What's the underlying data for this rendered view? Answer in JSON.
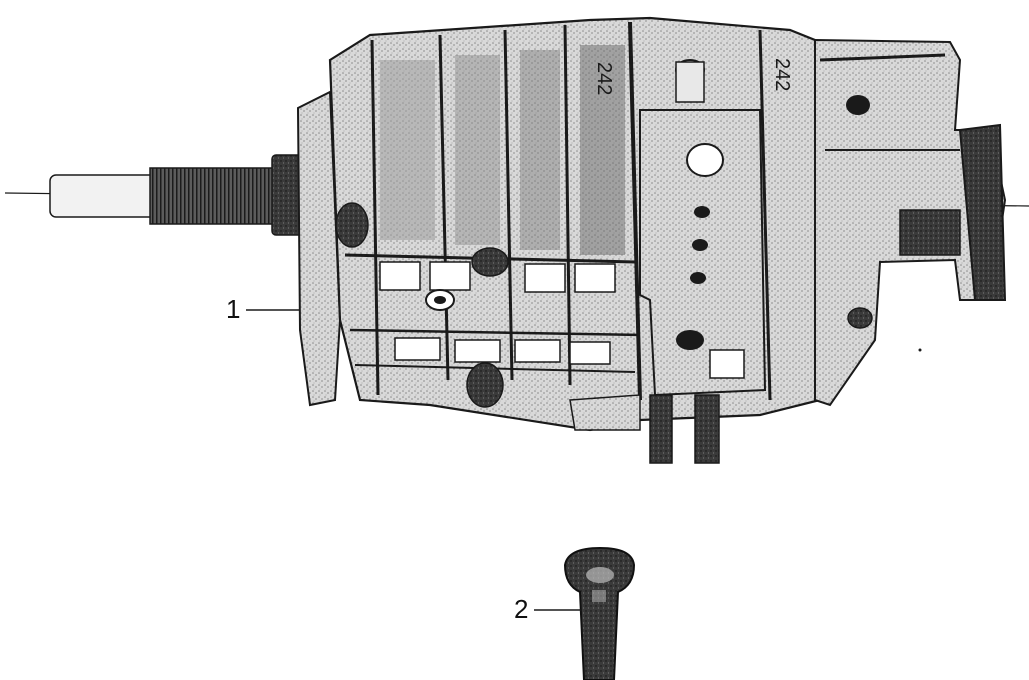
{
  "figure": {
    "callouts": [
      {
        "number": "1",
        "part": "gearbox-assembly"
      },
      {
        "number": "2",
        "part": "gear-lever"
      }
    ],
    "housing_marks": [
      "242",
      "242"
    ],
    "colors": {
      "ink": "#1a1a1a",
      "mid": "#6b6b6b",
      "light": "#bdbdbd",
      "paper": "#ffffff"
    }
  }
}
